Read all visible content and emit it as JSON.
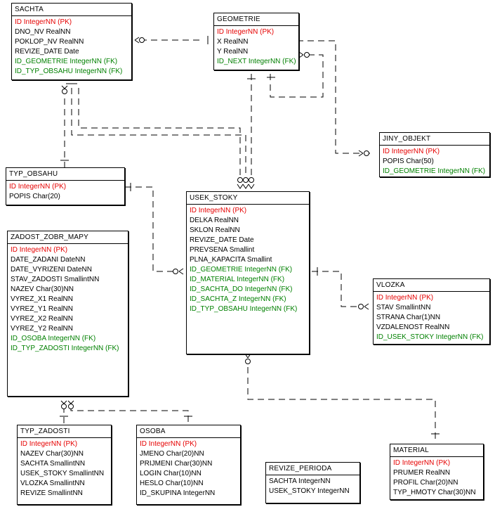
{
  "entities": {
    "sachta": {
      "title": "SACHTA",
      "attributes": [
        {
          "text": "ID IntegerNN (PK)",
          "kind": "pk"
        },
        {
          "text": "DNO_NV RealNN",
          "kind": "plain"
        },
        {
          "text": "POKLOP_NV RealNN",
          "kind": "plain"
        },
        {
          "text": "REVIZE_DATE Date",
          "kind": "plain"
        },
        {
          "text": "ID_GEOMETRIE IntegerNN (FK)",
          "kind": "fk"
        },
        {
          "text": "ID_TYP_OBSAHU IntegerNN (FK)",
          "kind": "fk"
        }
      ]
    },
    "geometrie": {
      "title": "GEOMETRIE",
      "attributes": [
        {
          "text": "ID IntegerNN (PK)",
          "kind": "pk"
        },
        {
          "text": "X RealNN",
          "kind": "plain"
        },
        {
          "text": "Y RealNN",
          "kind": "plain"
        },
        {
          "text": "ID_NEXT IntegerNN (FK)",
          "kind": "fk"
        }
      ]
    },
    "jiny_objekt": {
      "title": "JINY_OBJEKT",
      "attributes": [
        {
          "text": "ID IntegerNN (PK)",
          "kind": "pk"
        },
        {
          "text": "POPIS Char(50)",
          "kind": "plain"
        },
        {
          "text": "ID_GEOMETRIE IntegerNN (FK)",
          "kind": "fk"
        }
      ]
    },
    "typ_obsahu": {
      "title": "TYP_OBSAHU",
      "attributes": [
        {
          "text": "ID IntegerNN (PK)",
          "kind": "pk"
        },
        {
          "text": "POPIS Char(20)",
          "kind": "plain"
        }
      ]
    },
    "usek_stoky": {
      "title": "USEK_STOKY",
      "attributes": [
        {
          "text": "ID IntegerNN (PK)",
          "kind": "pk"
        },
        {
          "text": "DELKA RealNN",
          "kind": "plain"
        },
        {
          "text": "SKLON RealNN",
          "kind": "plain"
        },
        {
          "text": "REVIZE_DATE Date",
          "kind": "plain"
        },
        {
          "text": "PREVSENA Smallint",
          "kind": "plain"
        },
        {
          "text": "PLNA_KAPACITA Smallint",
          "kind": "plain"
        },
        {
          "text": "ID_GEOMETRIE IntegerNN (FK)",
          "kind": "fk"
        },
        {
          "text": "ID_MATERIAL IntegerNN (FK)",
          "kind": "fk"
        },
        {
          "text": "ID_SACHTA_DO IntegerNN (FK)",
          "kind": "fk"
        },
        {
          "text": "ID_SACHTA_Z IntegerNN (FK)",
          "kind": "fk"
        },
        {
          "text": "ID_TYP_OBSAHU IntegerNN (FK)",
          "kind": "fk"
        }
      ]
    },
    "zadost_zobr_mapy": {
      "title": "ZADOST_ZOBR_MAPY",
      "attributes": [
        {
          "text": "ID IntegerNN (PK)",
          "kind": "pk"
        },
        {
          "text": "DATE_ZADANI DateNN",
          "kind": "plain"
        },
        {
          "text": "DATE_VYRIZENI DateNN",
          "kind": "plain"
        },
        {
          "text": "STAV_ZADOSTI SmallintNN",
          "kind": "plain"
        },
        {
          "text": "NAZEV Char(30)NN",
          "kind": "plain"
        },
        {
          "text": "VYREZ_X1 RealNN",
          "kind": "plain"
        },
        {
          "text": "VYREZ_Y1 RealNN",
          "kind": "plain"
        },
        {
          "text": "VYREZ_X2 RealNN",
          "kind": "plain"
        },
        {
          "text": "VYREZ_Y2 RealNN",
          "kind": "plain"
        },
        {
          "text": "ID_OSOBA IntegerNN (FK)",
          "kind": "fk"
        },
        {
          "text": "ID_TYP_ZADOSTI IntegerNN (FK)",
          "kind": "fk"
        }
      ]
    },
    "vlozka": {
      "title": "VLOZKA",
      "attributes": [
        {
          "text": "ID IntegerNN (PK)",
          "kind": "pk"
        },
        {
          "text": "STAV SmallintNN",
          "kind": "plain"
        },
        {
          "text": "STRANA Char(1)NN",
          "kind": "plain"
        },
        {
          "text": "VZDALENOST RealNN",
          "kind": "plain"
        },
        {
          "text": "ID_USEK_STOKY IntegerNN (FK)",
          "kind": "fk"
        }
      ]
    },
    "typ_zadosti": {
      "title": "TYP_ZADOSTI",
      "attributes": [
        {
          "text": "ID IntegerNN (PK)",
          "kind": "pk"
        },
        {
          "text": "NAZEV Char(30)NN",
          "kind": "plain"
        },
        {
          "text": "SACHTA SmallintNN",
          "kind": "plain"
        },
        {
          "text": "USEK_STOKY SmallintNN",
          "kind": "plain"
        },
        {
          "text": "VLOZKA SmallintNN",
          "kind": "plain"
        },
        {
          "text": "REVIZE SmallintNN",
          "kind": "plain"
        }
      ]
    },
    "osoba": {
      "title": "OSOBA",
      "attributes": [
        {
          "text": "ID IntegerNN (PK)",
          "kind": "pk"
        },
        {
          "text": "JMENO Char(20)NN",
          "kind": "plain"
        },
        {
          "text": "PRIJMENI Char(30)NN",
          "kind": "plain"
        },
        {
          "text": "LOGIN Char(10)NN",
          "kind": "plain"
        },
        {
          "text": "HESLO Char(10)NN",
          "kind": "plain"
        },
        {
          "text": "ID_SKUPINA IntegerNN",
          "kind": "plain"
        }
      ]
    },
    "revize_perioda": {
      "title": "REVIZE_PERIODA",
      "attributes": [
        {
          "text": "SACHTA IntegerNN",
          "kind": "plain"
        },
        {
          "text": "USEK_STOKY IntegerNN",
          "kind": "plain"
        }
      ]
    },
    "material": {
      "title": "MATERIAL",
      "attributes": [
        {
          "text": "ID IntegerNN (PK)",
          "kind": "pk"
        },
        {
          "text": "PRUMER RealNN",
          "kind": "plain"
        },
        {
          "text": "PROFIL Char(20)NN",
          "kind": "plain"
        },
        {
          "text": "TYP_HMOTY Char(30)NN",
          "kind": "plain"
        }
      ]
    }
  },
  "colors": {
    "pk": "#e60000",
    "fk": "#008000",
    "plain": "#000000",
    "line": "#000000"
  },
  "relationships": [
    {
      "from": "sachta",
      "to": "geometrie",
      "label": "ID_GEOMETRIE"
    },
    {
      "from": "sachta",
      "to": "typ_obsahu",
      "label": "ID_TYP_OBSAHU"
    },
    {
      "from": "geometrie",
      "to": "geometrie",
      "label": "ID_NEXT"
    },
    {
      "from": "jiny_objekt",
      "to": "geometrie",
      "label": "ID_GEOMETRIE"
    },
    {
      "from": "usek_stoky",
      "to": "geometrie",
      "label": "ID_GEOMETRIE"
    },
    {
      "from": "usek_stoky",
      "to": "sachta",
      "label": "ID_SACHTA_DO"
    },
    {
      "from": "usek_stoky",
      "to": "sachta",
      "label": "ID_SACHTA_Z"
    },
    {
      "from": "usek_stoky",
      "to": "typ_obsahu",
      "label": "ID_TYP_OBSAHU"
    },
    {
      "from": "usek_stoky",
      "to": "material",
      "label": "ID_MATERIAL"
    },
    {
      "from": "vlozka",
      "to": "usek_stoky",
      "label": "ID_USEK_STOKY"
    },
    {
      "from": "zadost_zobr_mapy",
      "to": "typ_zadosti",
      "label": "ID_TYP_ZADOSTI"
    },
    {
      "from": "zadost_zobr_mapy",
      "to": "osoba",
      "label": "ID_OSOBA"
    }
  ]
}
